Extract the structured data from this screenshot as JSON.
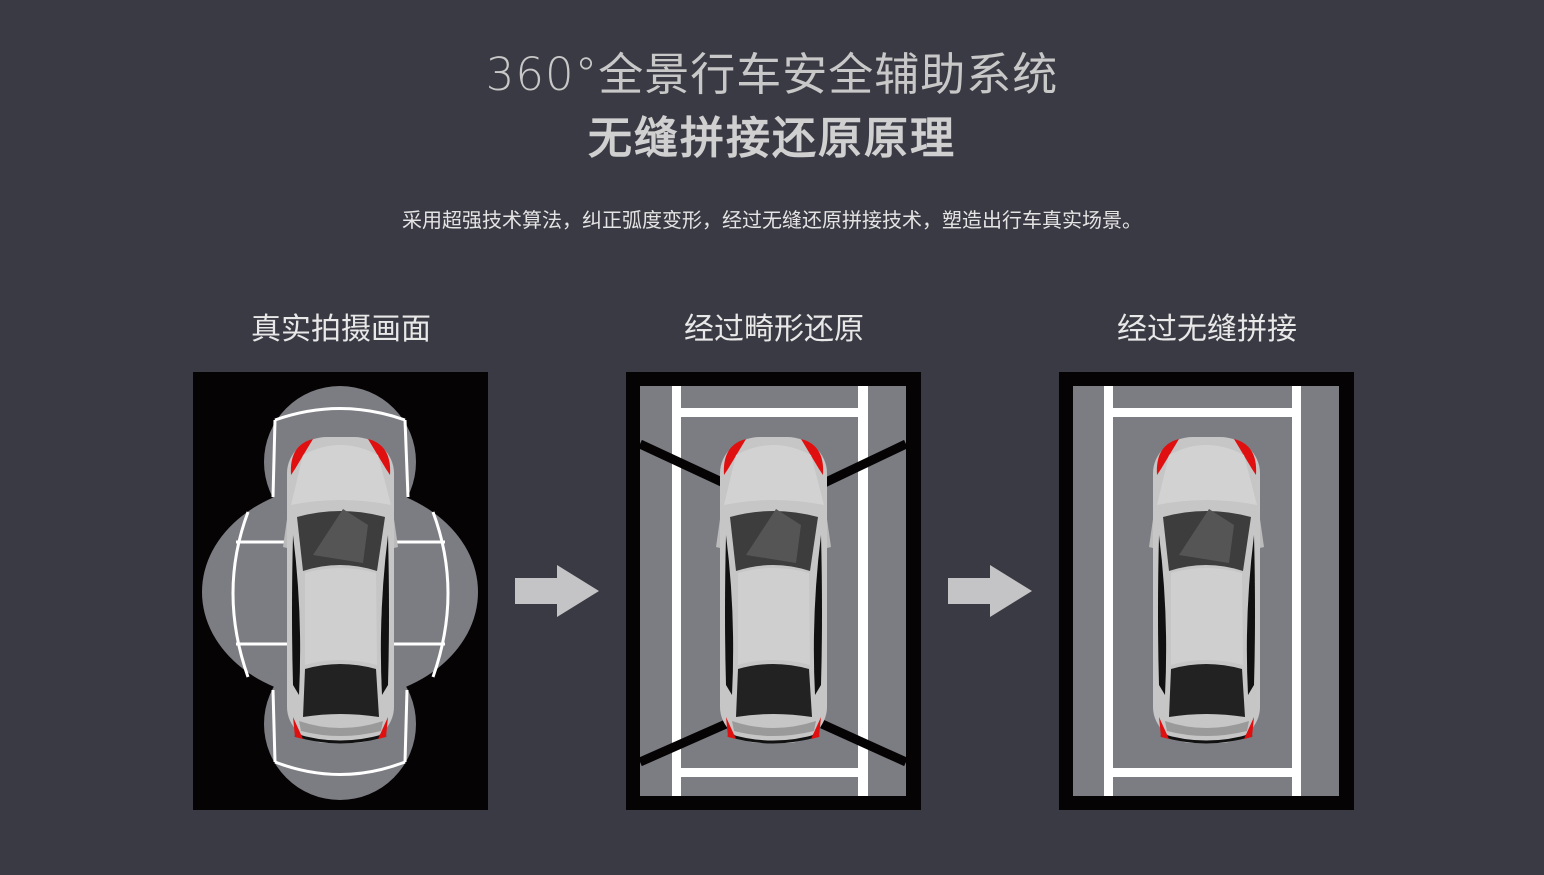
{
  "header": {
    "title": "360°全景行车安全辅助系统",
    "subtitle": "无缝拼接还原原理",
    "description": "采用超强技术算法，纠正弧度变形，经过无缝还原拼接技术，塑造出行车真实场景。"
  },
  "steps": [
    {
      "label": "真实拍摄画面"
    },
    {
      "label": "经过畸形还原"
    },
    {
      "label": "经过无缝拼接"
    }
  ],
  "colors": {
    "background": "#3a3a44",
    "panel_dark": "#060304",
    "ground": "#7c7d82",
    "brake_light": "#e01010",
    "arrow": "#c4c4c6"
  }
}
